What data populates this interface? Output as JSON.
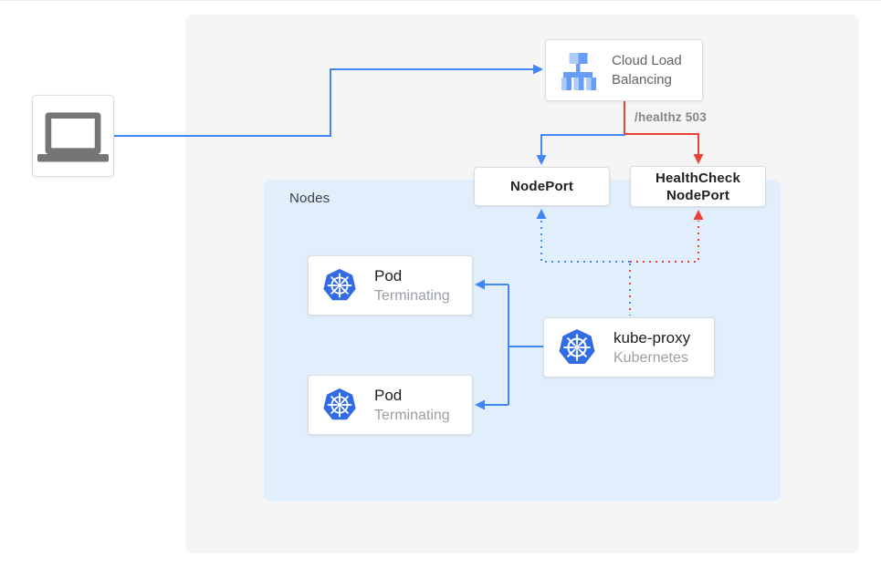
{
  "colors": {
    "blue": "#4285f4",
    "red": "#ea4335",
    "k8s_blue": "#326ce5",
    "blue_light": "#aecbfa",
    "blue_mid": "#669df6",
    "nodes_bg": "#e1eefb",
    "panel_bg": "#f5f5f5"
  },
  "client": {
    "icon": "laptop"
  },
  "cloud_load_balancing": {
    "line1": "Cloud Load",
    "line2": "Balancing"
  },
  "healthz_label": "/healthz 503",
  "nodeport": {
    "label": "NodePort"
  },
  "healthcheck_nodeport": {
    "line1": "HealthCheck",
    "line2": "NodePort"
  },
  "nodes_panel": {
    "label": "Nodes"
  },
  "pods": [
    {
      "title": "Pod",
      "status": "Terminating"
    },
    {
      "title": "Pod",
      "status": "Terminating"
    }
  ],
  "kube_proxy": {
    "title": "kube-proxy",
    "subtitle": "Kubernetes"
  }
}
